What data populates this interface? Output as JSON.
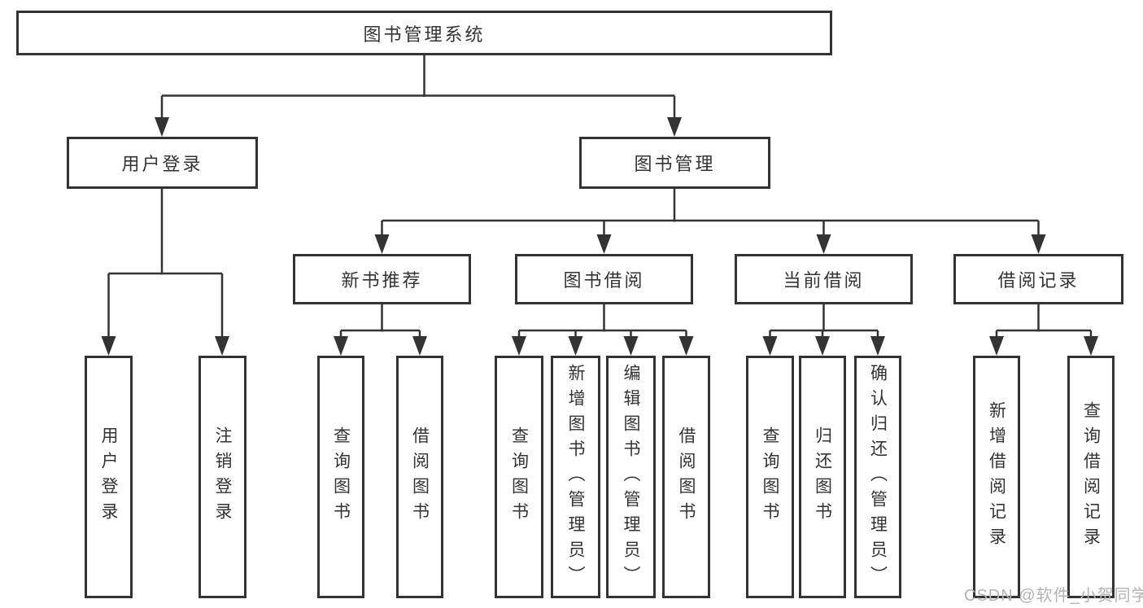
{
  "diagram_type": "hierarchy-tree",
  "colors": {
    "line": "#333333",
    "box_border": "#333333",
    "box_fill": "#ffffff",
    "text": "#333333",
    "watermark_text_color": "#b3b3b3",
    "background": "#ffffff"
  },
  "tree": {
    "label": "图书管理系统",
    "children": [
      {
        "label": "用户登录",
        "children": [
          {
            "label": "用户登录"
          },
          {
            "label": "注销登录"
          }
        ]
      },
      {
        "label": "图书管理",
        "children": [
          {
            "label": "新书推荐",
            "children": [
              {
                "label": "查询图书"
              },
              {
                "label": "借阅图书"
              }
            ]
          },
          {
            "label": "图书借阅",
            "children": [
              {
                "label": "查询图书"
              },
              {
                "label": "新增图书（管理员）"
              },
              {
                "label": "编辑图书（管理员）"
              },
              {
                "label": "借阅图书"
              }
            ]
          },
          {
            "label": "当前借阅",
            "children": [
              {
                "label": "查询图书"
              },
              {
                "label": "归还图书"
              },
              {
                "label": "确认归还（管理员）"
              }
            ]
          },
          {
            "label": "借阅记录",
            "children": [
              {
                "label": "新增借阅记录"
              },
              {
                "label": "查询借阅记录"
              }
            ]
          }
        ]
      }
    ]
  },
  "watermark": {
    "text": "CSDN @软件_小贺同学"
  }
}
